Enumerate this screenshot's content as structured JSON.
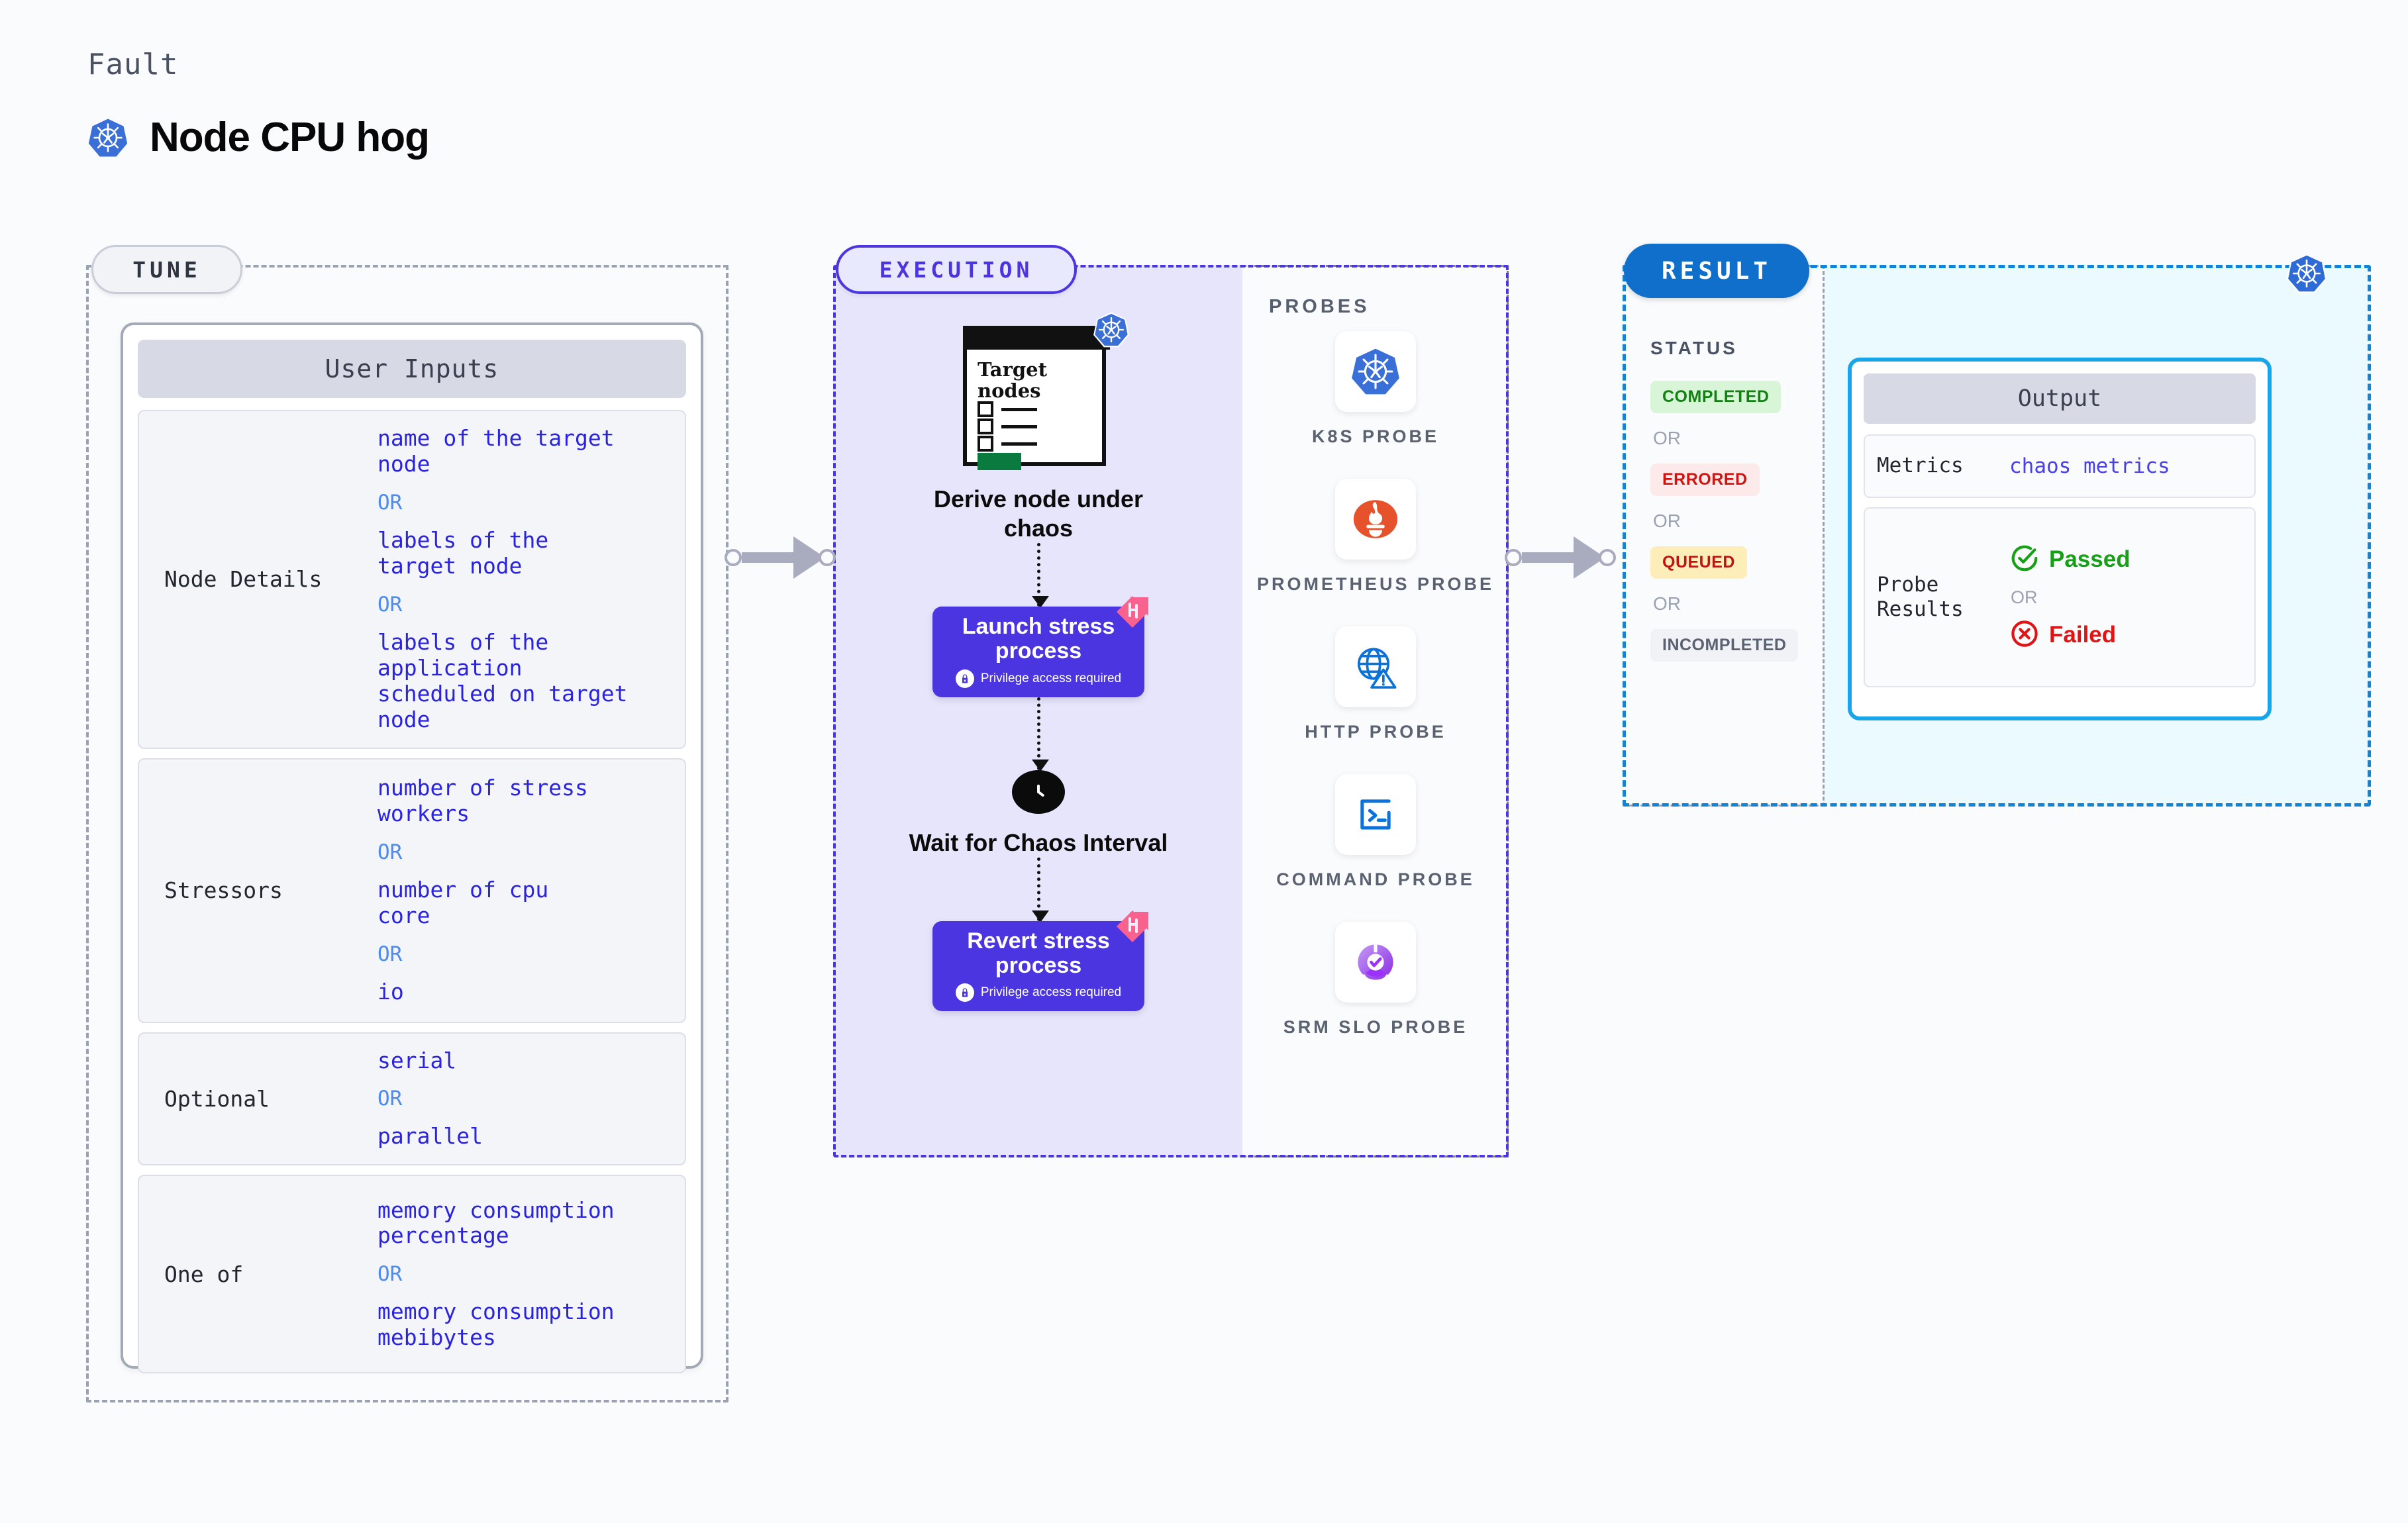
{
  "header": {
    "fault_label": "Fault",
    "title": "Node CPU hog",
    "icon": "kubernetes-icon"
  },
  "sections": {
    "tune": {
      "pill": "TUNE"
    },
    "execution": {
      "pill": "EXECUTION"
    },
    "result": {
      "pill": "RESULT"
    }
  },
  "tune": {
    "card_title": "User Inputs",
    "or_label": "OR",
    "rows": [
      {
        "label": "Node Details",
        "values": [
          "name of the target\nnode",
          "labels of the\ntarget node",
          "labels of the application\n scheduled on target node"
        ]
      },
      {
        "label": "Stressors",
        "values": [
          "number of stress\nworkers",
          "number of cpu\ncore",
          "io"
        ]
      },
      {
        "label": "Optional",
        "values": [
          "serial",
          "parallel"
        ]
      },
      {
        "label": "One of",
        "values": [
          "memory consumption\npercentage",
          "memory consumption\nmebibytes"
        ]
      }
    ]
  },
  "execution": {
    "node_card": {
      "title": "Target\nnodes",
      "icon": "kubernetes-icon"
    },
    "steps": [
      {
        "type": "derive",
        "label": "Derive node under\nchaos"
      },
      {
        "type": "action",
        "label": "Launch stress\nprocess",
        "note": "Privilege access required",
        "note_icon": "lock-icon",
        "corner_icon": "harness-flag-icon"
      },
      {
        "type": "wait",
        "label": "Wait for Chaos\nInterval",
        "icon": "clock-icon"
      },
      {
        "type": "action",
        "label": "Revert stress\nprocess",
        "note": "Privilege access required",
        "note_icon": "lock-icon",
        "corner_icon": "harness-flag-icon"
      }
    ]
  },
  "probes": {
    "title": "PROBES",
    "items": [
      {
        "label": "K8S PROBE",
        "icon": "kubernetes-icon"
      },
      {
        "label": "PROMETHEUS\nPROBE",
        "icon": "prometheus-icon"
      },
      {
        "label": "HTTP PROBE",
        "icon": "globe-warning-icon"
      },
      {
        "label": "COMMAND\nPROBE",
        "icon": "terminal-icon"
      },
      {
        "label": "SRM SLO\nPROBE",
        "icon": "srm-slo-icon"
      }
    ]
  },
  "result": {
    "status_title": "STATUS",
    "or_label": "OR",
    "statuses": [
      {
        "label": "COMPLETED",
        "style": "st-completed"
      },
      {
        "label": "ERRORED",
        "style": "st-errored"
      },
      {
        "label": "QUEUED",
        "style": "st-queued"
      },
      {
        "label": "INCOMPLETED",
        "style": "st-incomplete"
      }
    ],
    "output": {
      "title": "Output",
      "metrics_label": "Metrics",
      "metrics_value": "chaos metrics",
      "probe_results_label": "Probe\nResults",
      "passed_label": "Passed",
      "failed_label": "Failed",
      "or_label": "OR"
    },
    "corner_icon": "kubernetes-icon"
  },
  "colors": {
    "execution_accent": "#4b35e0",
    "result_accent": "#1284d8",
    "tune_accent": "#9aa1b1",
    "value_text": "#2a23e0",
    "or_text": "#4c8cf0",
    "passed": "#15a015",
    "failed": "#e01414",
    "output_border": "#19a5e8"
  }
}
